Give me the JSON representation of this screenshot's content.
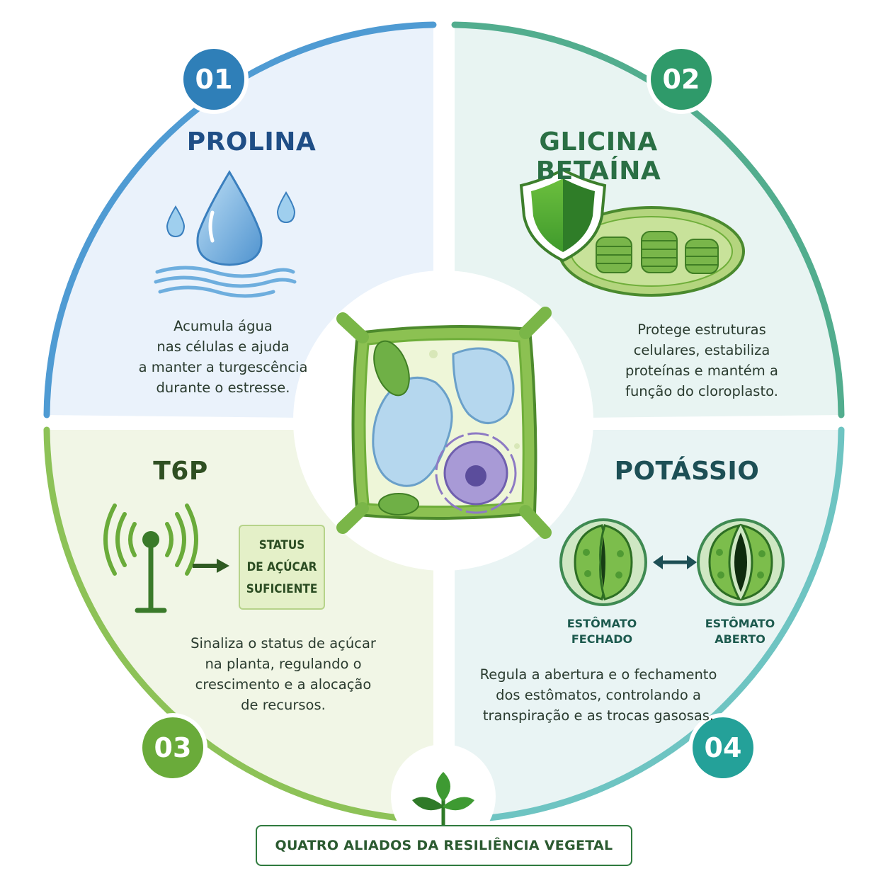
{
  "footer": {
    "text": "QUATRO ALIADOS DA RESILIÊNCIA VEGETAL"
  },
  "quadrants": [
    {
      "number": "01",
      "title": "PROLINA",
      "description": [
        "Acumula água",
        "nas células e ajuda",
        "a manter a turgescência",
        "durante o estresse."
      ],
      "color": "#2f7fb8",
      "icon": "water-drop-icon"
    },
    {
      "number": "02",
      "title": "GLICINA BETAÍNA",
      "description": [
        "Protege estruturas",
        "celulares, estabiliza",
        "proteínas e mantém a",
        "função do cloroplasto."
      ],
      "color": "#2f9a6a",
      "icon": "shield-chloroplast-icon"
    },
    {
      "number": "03",
      "title": "T6P",
      "description": [
        "Sinaliza o status de açúcar",
        "na planta, regulando o",
        "crescimento e a alocação",
        "de recursos."
      ],
      "color": "#6aab3a",
      "icon": "signal-antenna-icon",
      "status_box": [
        "STATUS",
        "DE AÇÚCAR",
        "SUFICIENTE"
      ]
    },
    {
      "number": "04",
      "title": "POTÁSSIO",
      "description": [
        "Regula a abertura e o fechamento",
        "dos estômatos, controlando a",
        "transpiração e as trocas gasosas."
      ],
      "color": "#24a199",
      "icon": "stomata-icon",
      "stomata_labels": {
        "closed": [
          "ESTÔMATO",
          "FECHADO"
        ],
        "open": [
          "ESTÔMATO",
          "ABERTO"
        ]
      }
    }
  ],
  "center_icon": "plant-cell-icon",
  "footer_icon": "sprout-icon"
}
